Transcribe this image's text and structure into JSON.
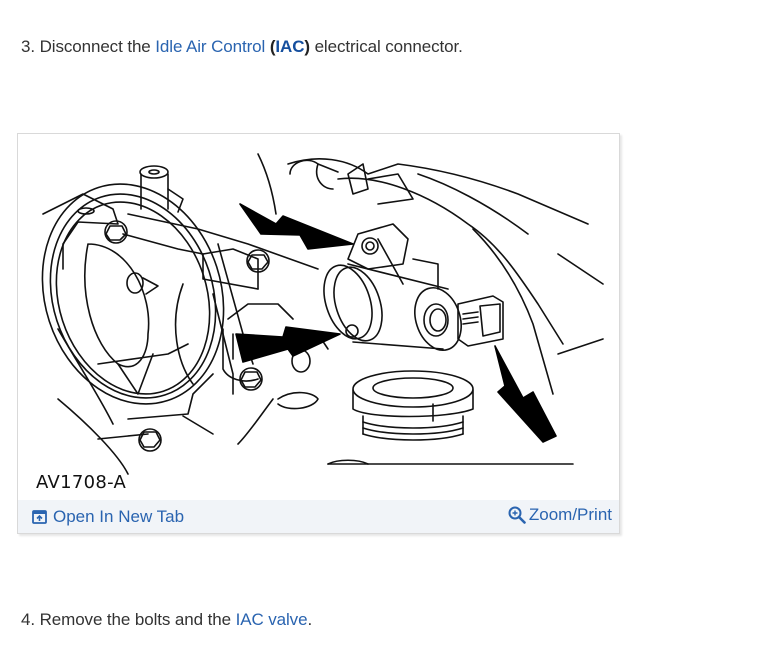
{
  "steps": [
    {
      "number": "3.",
      "text_before": "Disconnect the",
      "link": "Idle Air Control",
      "paren_open": "(",
      "abbr": "IAC",
      "paren_close": ")",
      "text_after": "electrical connector."
    },
    {
      "number": "4.",
      "text_before": "Remove the bolts and the",
      "link": "IAC valve",
      "text_after": "."
    }
  ],
  "figure": {
    "code": "AV1708-A",
    "illustration": "idle-air-control-valve-on-throttle-body",
    "open_in_new_tab_label": "Open In New Tab",
    "open_in_new_tab_icon": "open-new-tab-icon",
    "zoom_print_label": "Zoom/Print",
    "zoom_print_icon": "zoom-in-magnifier-icon"
  },
  "colors": {
    "link": "#2a64b0",
    "link_strong": "#154f9e",
    "text": "#333333",
    "figure_bar": "#f1f4f8",
    "figure_border": "#d9d9d9"
  }
}
